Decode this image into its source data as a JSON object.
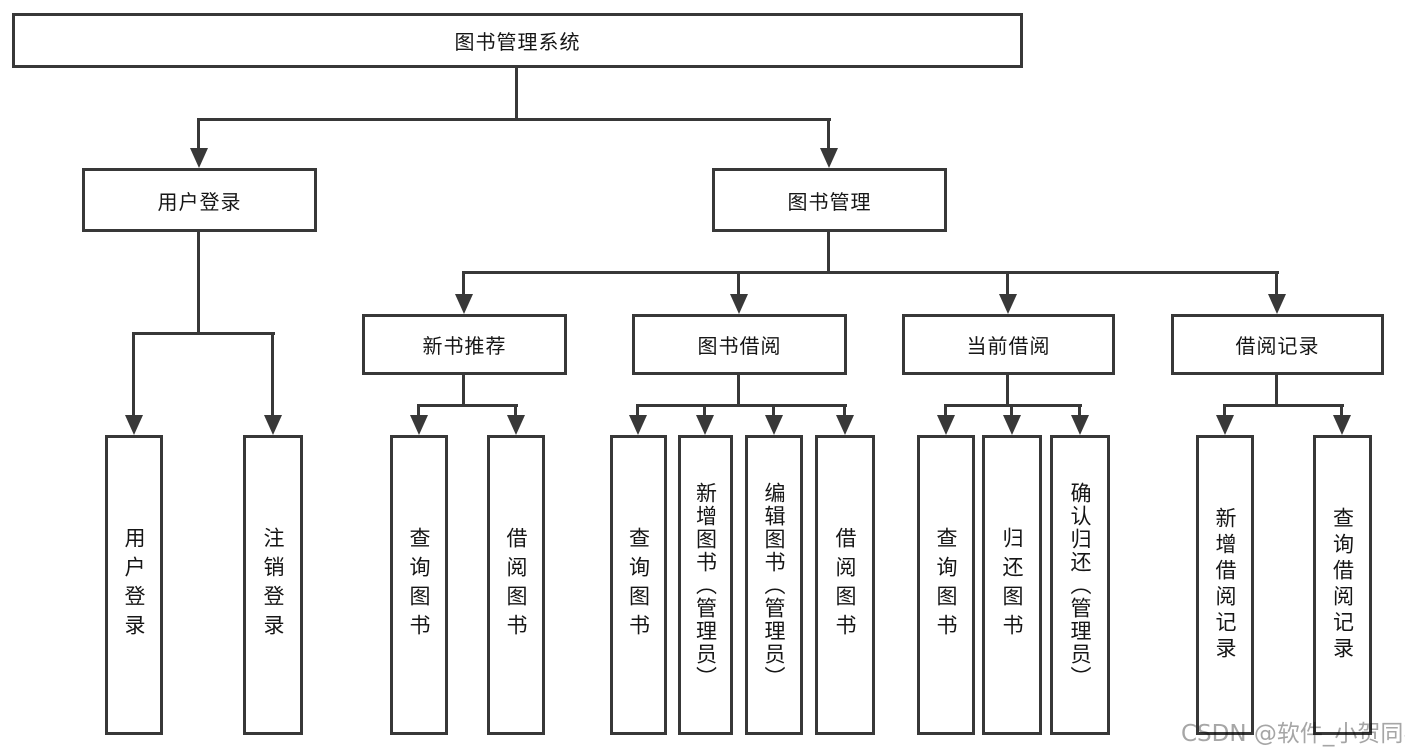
{
  "nodes": {
    "root": "图书管理系统",
    "user_login": "用户登录",
    "book_mgmt": "图书管理",
    "new_book_rec": "新书推荐",
    "book_borrow": "图书借阅",
    "current_borrow": "当前借阅",
    "borrow_records": "借阅记录",
    "leaf_user_login": "用户登录",
    "leaf_logout": "注销登录",
    "leaf_query_books_nb": "查询图书",
    "leaf_borrow_books_nb": "借阅图书",
    "leaf_query_books_bb": "查询图书",
    "leaf_add_books_admin": "新增图书（管理员）",
    "leaf_edit_books_admin": "编辑图书（管理员）",
    "leaf_borrow_books_bb": "借阅图书",
    "leaf_query_books_cb": "查询图书",
    "leaf_return_books": "归还图书",
    "leaf_confirm_return_admin": "确认归还（管理员）",
    "leaf_add_borrow_record": "新增借阅记录",
    "leaf_query_borrow_record": "查询借阅记录"
  },
  "watermark": "CSDN @软件_小贺同学",
  "colors": {
    "line": "#383838",
    "text": "#161616",
    "background": "#ffffff",
    "watermark": "#a6a6a6"
  }
}
